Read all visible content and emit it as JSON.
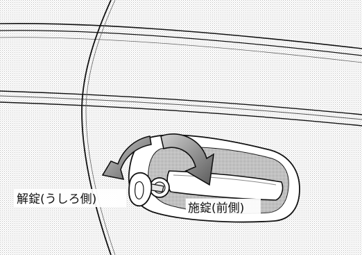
{
  "labels": {
    "unlock": "解錠(うしろ側)",
    "lock": "施錠(前側)"
  },
  "colors": {
    "background": "#ffffff",
    "screentone": "#bdbdbd",
    "line": "#111111",
    "arrow_fill": "#8a8a8a",
    "arrow_dark": "#3c3c3c",
    "handle_recess": "#9a9a9a",
    "label_bg": "#ffffff"
  },
  "icons": [
    "door-panel",
    "door-handle",
    "key-icon",
    "rotate-arrow-icon"
  ]
}
